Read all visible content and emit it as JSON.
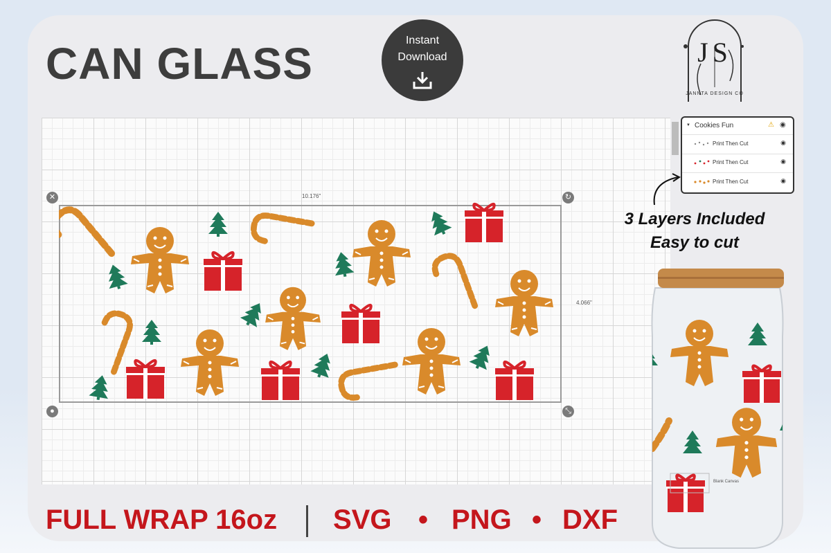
{
  "header": {
    "title": "CAN GLASS",
    "badge_line1": "Instant",
    "badge_line2": "Download",
    "logo_monogram": "JS",
    "logo_name": "JANNTA DESIGN CO"
  },
  "canvas": {
    "width_label": "10.176\"",
    "height_label": "4.066\""
  },
  "layers_panel": {
    "group_name": "Cookies Fun",
    "items": [
      {
        "label": "Print Then Cut"
      },
      {
        "label": "Print Then Cut"
      },
      {
        "label": "Print Then Cut"
      }
    ]
  },
  "callout": {
    "line1": "3 Layers Included",
    "line2": "Easy to cut"
  },
  "jar": {
    "blank_label": "Blank Canvas"
  },
  "footer": {
    "wrap": "FULL WRAP 16oz",
    "svg": "SVG",
    "png": "PNG",
    "dxf": "DXF",
    "dot": "•"
  },
  "colors": {
    "gingerbread": "#d98a2b",
    "tree": "#1f7a5a",
    "gift": "#d6232a",
    "accent_red": "#c4161c",
    "dark": "#3d3d3d"
  }
}
